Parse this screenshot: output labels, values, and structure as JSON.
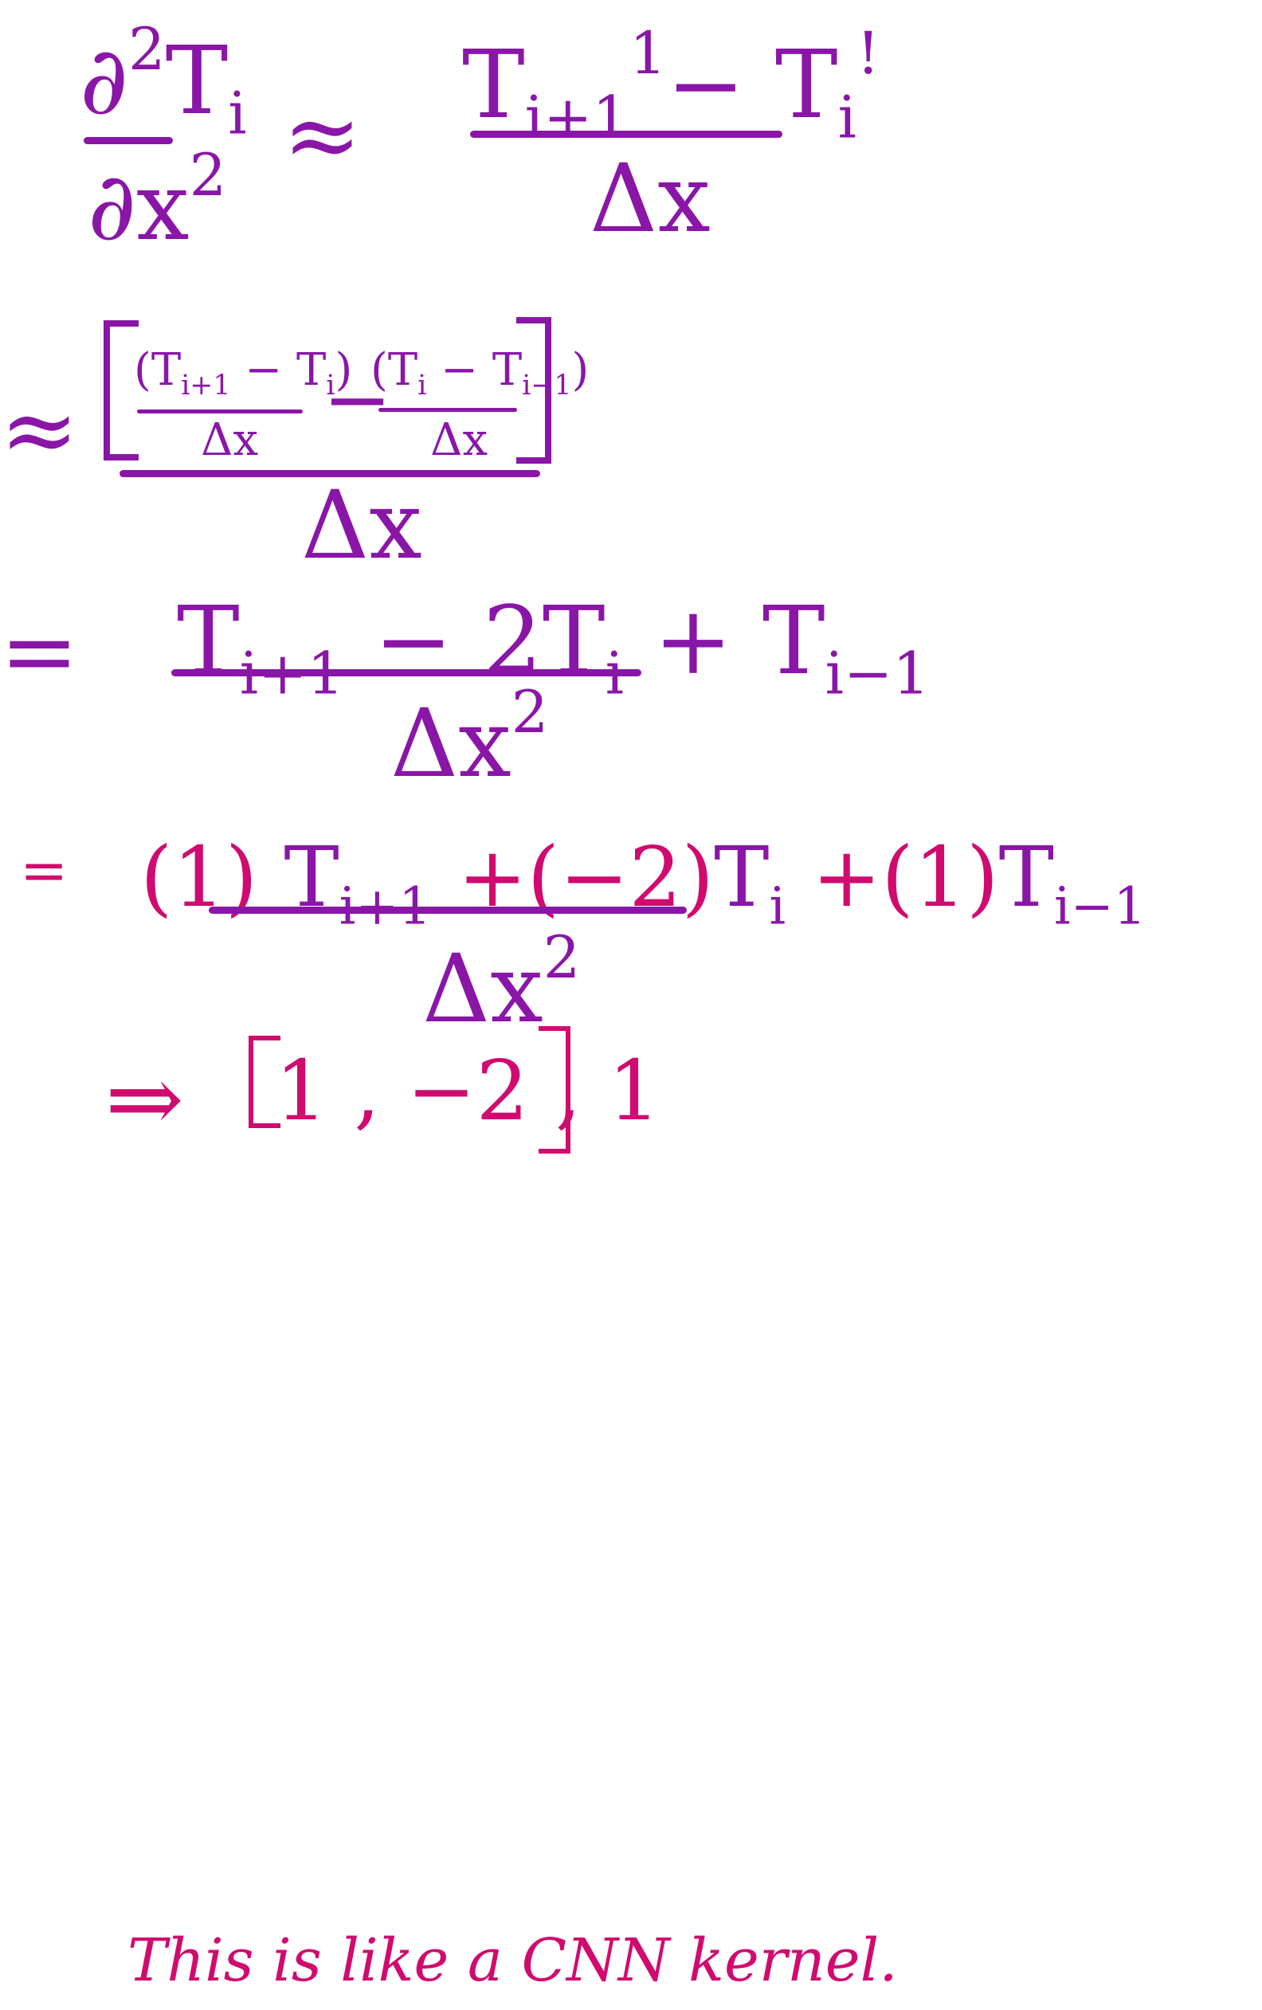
{
  "line1": {
    "partial_num": "∂",
    "partial_exp": "2",
    "var_T": "T",
    "sub_i": "i",
    "partial_den": "∂x",
    "den_exp": "2",
    "approx": "≈",
    "rhs_T1": "T",
    "rhs_sub1": "i+1",
    "rhs_sup1": "1",
    "minus": "−",
    "rhs_T2": "T",
    "rhs_sub2": "i",
    "rhs_sup2": "!",
    "rhs_den": "Δx"
  },
  "line2": {
    "approx": "≈",
    "frac1_num": "(T",
    "frac1_num_sub1": "i+1",
    "frac1_num_mid": " − T",
    "frac1_num_sub2": "i",
    "frac1_num_end": ")",
    "frac1_den": "Δx",
    "minus": "−",
    "frac2_num": "(T",
    "frac2_num_sub1": "i",
    "frac2_num_mid": " − T",
    "frac2_num_sub2": "i−1",
    "frac2_num_end": ")",
    "frac2_den": "Δx",
    "outer_den": "Δx"
  },
  "line3": {
    "eq": "=",
    "T1": "T",
    "sub1": "i+1",
    "mid1": " − 2T",
    "sub2": "i",
    "mid2": " + T",
    "sub3": "i−1",
    "den": "Δx",
    "den_exp": "2"
  },
  "line4": {
    "eq": "=",
    "c1": "(1)",
    "T1": " T",
    "sub1": "i+1",
    "plus1": " +",
    "c2": "(−2)",
    "T2": "T",
    "sub2": "i",
    "plus2": " +",
    "c3": "(1)",
    "T3": "T",
    "sub3": "i−1",
    "den": "Δx",
    "den_exp": "2"
  },
  "kernel": {
    "arrow": "⇒",
    "values": "1  ,  −2  ,  1"
  },
  "note": "This is like a CNN kernel.",
  "colors": {
    "purple": "#8a16a8",
    "pink": "#d10a6f"
  }
}
